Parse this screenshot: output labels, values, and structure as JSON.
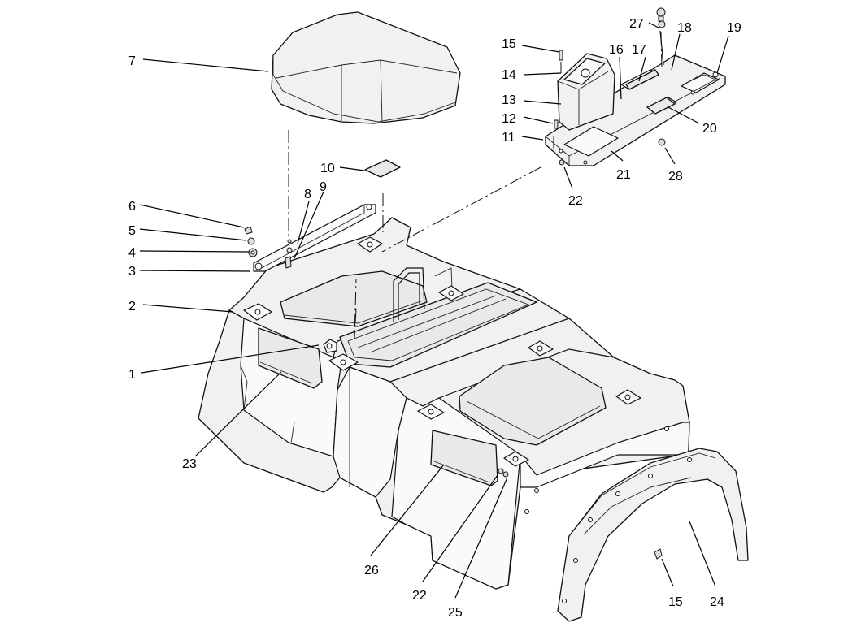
{
  "callouts": {
    "c1": "1",
    "c2": "2",
    "c3": "3",
    "c4": "4",
    "c5": "5",
    "c6": "6",
    "c7": "7",
    "c8": "8",
    "c9": "9",
    "c10": "10",
    "c11": "11",
    "c12": "12",
    "c13": "13",
    "c14": "14",
    "c15a": "15",
    "c15b": "15",
    "c16": "16",
    "c17": "17",
    "c18": "18",
    "c19": "19",
    "c20": "20",
    "c21": "21",
    "c22a": "22",
    "c22b": "22",
    "c23": "23",
    "c24": "24",
    "c25": "25",
    "c26": "26",
    "c27": "27",
    "c28": "28"
  }
}
